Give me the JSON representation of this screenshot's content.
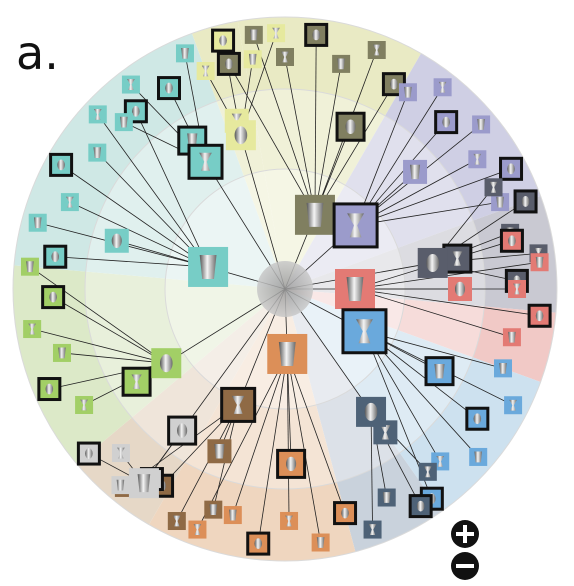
{
  "figure": {
    "panel_label": "a."
  },
  "controls": {
    "zoom_in_icon": "plus-circle-icon",
    "zoom_out_icon": "minus-circle-icon"
  },
  "colors": {
    "center": "#a9a9a9",
    "clusters": {
      "olive": "#807f60",
      "lavender": "#9b9bcb",
      "slate": "#595d6b",
      "red": "#e37a74",
      "blue": "#6aa9dc",
      "navy": "#4e6277",
      "orange": "#dc8f58",
      "brown": "#8f6a45",
      "green": "#a2cf66",
      "teal": "#77cdc6",
      "yellow": "#e6e99e",
      "lightgray": "#d0d0d0"
    }
  },
  "tree": {
    "node_icons": [
      "vase-thumbnail",
      "jug-thumbnail",
      "pitcher-thumbnail",
      "goblet-thumbnail",
      "mug-thumbnail"
    ]
  }
}
